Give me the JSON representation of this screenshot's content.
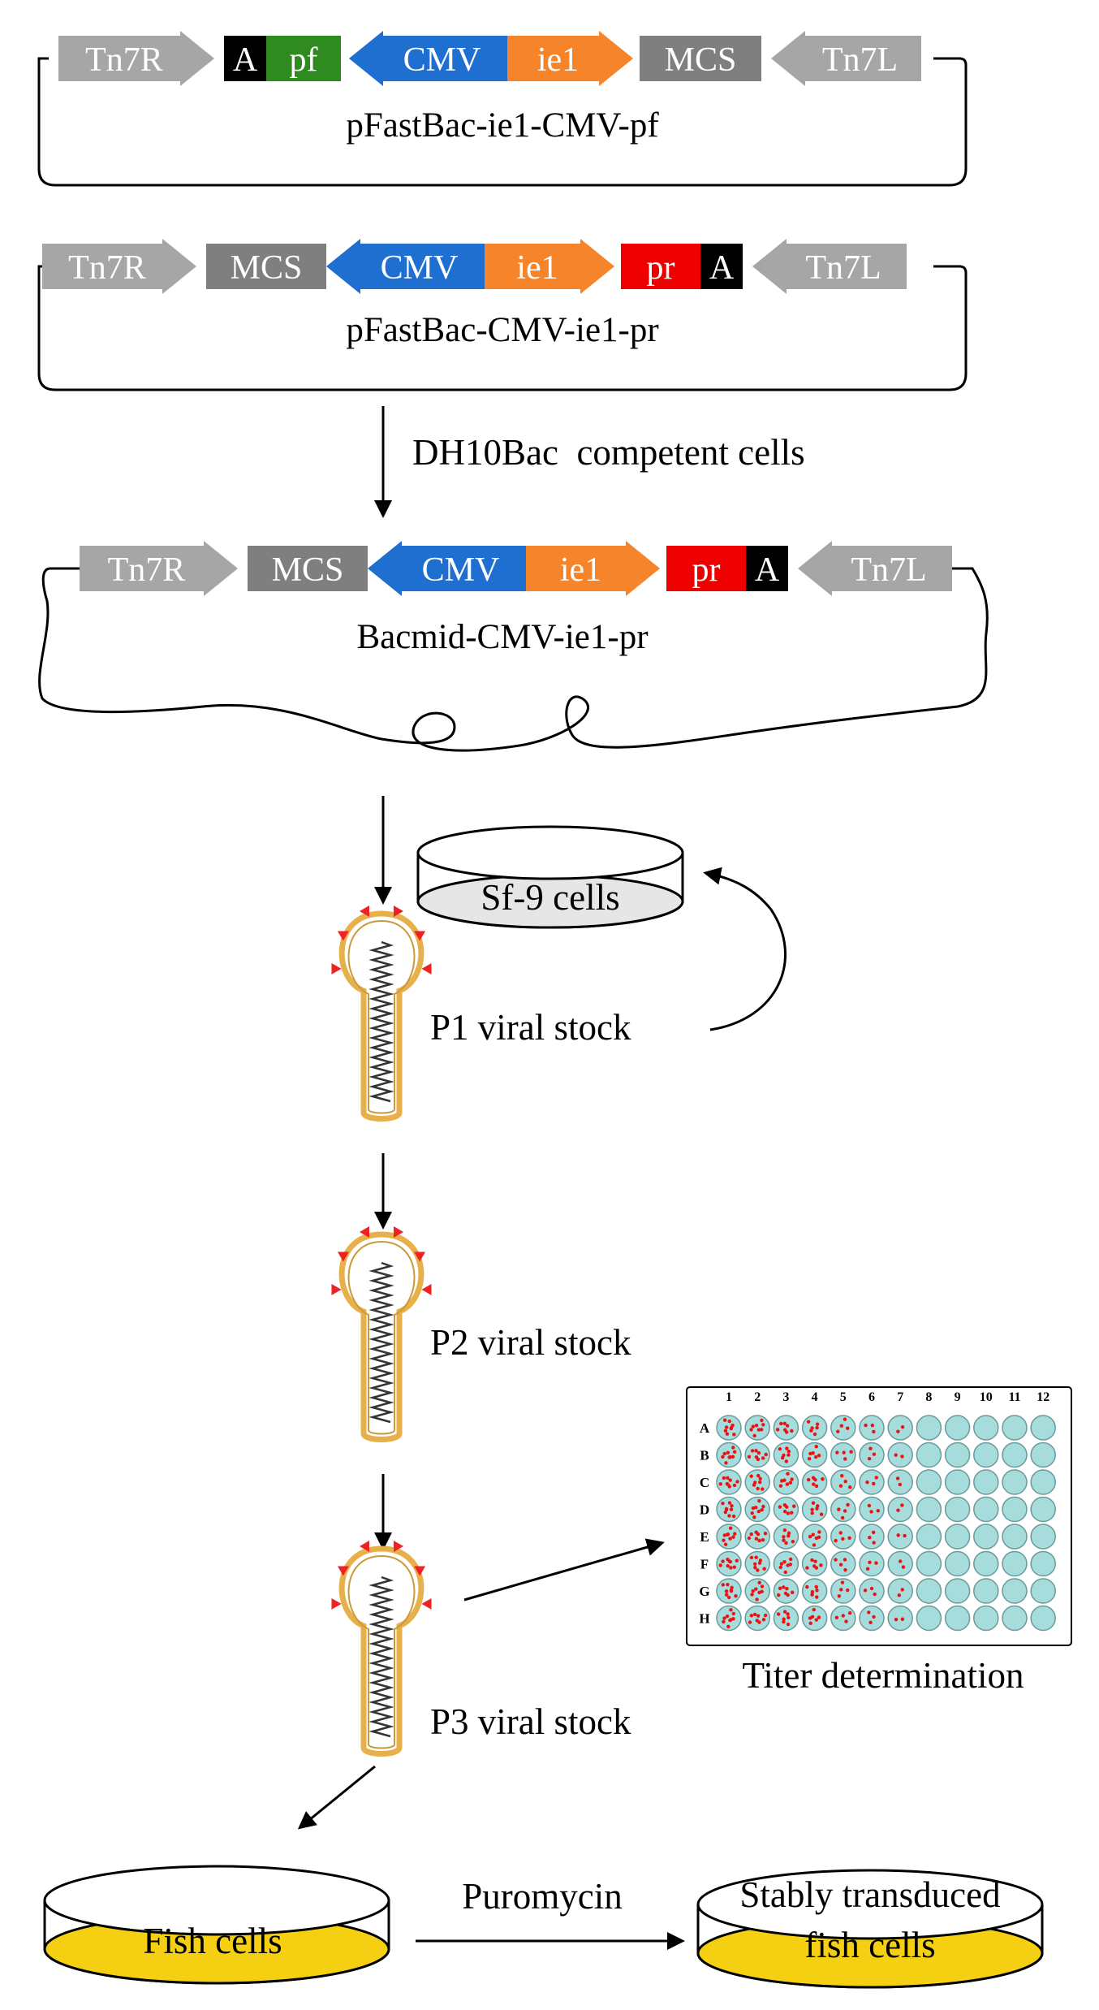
{
  "colors": {
    "tn7": "#a6a6a6",
    "mcs": "#7f7f7f",
    "cmv": "#1f6fd1",
    "ie1": "#f5842a",
    "pf": "#2f8a1f",
    "pr": "#ee0000",
    "a": "#000000",
    "fish_fill": "#f5cf12",
    "well_fill": "#a6dcdc",
    "plaque": "#ee1111",
    "sf9_fill": "#e6e6e6"
  },
  "constructs": [
    {
      "name": "pFastBac-ie1-CMV-pf",
      "elements": [
        {
          "label": "Tn7R",
          "type": "arrow-right",
          "color": "tn7"
        },
        {
          "label": "A",
          "type": "box",
          "color": "a"
        },
        {
          "label": "pf",
          "type": "box",
          "color": "pf"
        },
        {
          "label": "CMV",
          "type": "arrow-left",
          "color": "cmv"
        },
        {
          "label": "ie1",
          "type": "arrow-right",
          "color": "ie1"
        },
        {
          "label": "MCS",
          "type": "box",
          "color": "mcs"
        },
        {
          "label": "Tn7L",
          "type": "arrow-left",
          "color": "tn7"
        }
      ]
    },
    {
      "name": "pFastBac-CMV-ie1-pr",
      "elements": [
        {
          "label": "Tn7R",
          "type": "arrow-right",
          "color": "tn7"
        },
        {
          "label": "MCS",
          "type": "box",
          "color": "mcs"
        },
        {
          "label": "CMV",
          "type": "arrow-left",
          "color": "cmv"
        },
        {
          "label": "ie1",
          "type": "arrow-right",
          "color": "ie1"
        },
        {
          "label": "pr",
          "type": "box",
          "color": "pr"
        },
        {
          "label": "A",
          "type": "box",
          "color": "a"
        },
        {
          "label": "Tn7L",
          "type": "arrow-left",
          "color": "tn7"
        }
      ]
    },
    {
      "name": "Bacmid-CMV-ie1-pr",
      "elements": [
        {
          "label": "Tn7R",
          "type": "arrow-right",
          "color": "tn7"
        },
        {
          "label": "MCS",
          "type": "box",
          "color": "mcs"
        },
        {
          "label": "CMV",
          "type": "arrow-left",
          "color": "cmv"
        },
        {
          "label": "ie1",
          "type": "arrow-right",
          "color": "ie1"
        },
        {
          "label": "pr",
          "type": "box",
          "color": "pr"
        },
        {
          "label": "A",
          "type": "box",
          "color": "a"
        },
        {
          "label": "Tn7L",
          "type": "arrow-left",
          "color": "tn7"
        }
      ]
    }
  ],
  "steps": {
    "transformation": "DH10Bac  competent cells",
    "sf9": "Sf-9 cells",
    "p1": "P1 viral stock",
    "p2": "P2 viral stock",
    "p3": "P3 viral stock",
    "titer": "Titer determination",
    "puromycin": "Puromycin",
    "fish_cells": "Fish cells",
    "stable_line1": "Stably transduced",
    "stable_line2": "fish cells"
  },
  "plate": {
    "columns": [
      "1",
      "2",
      "3",
      "4",
      "5",
      "6",
      "7",
      "8",
      "9",
      "10",
      "11",
      "12"
    ],
    "rows": [
      "A",
      "B",
      "C",
      "D",
      "E",
      "F",
      "G",
      "H"
    ],
    "plaque_columns": 7
  }
}
